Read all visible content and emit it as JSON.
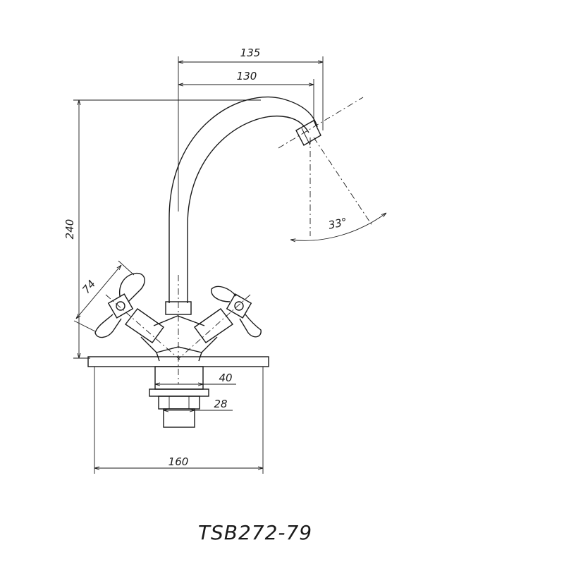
{
  "drawing": {
    "model": "TSB272-79",
    "dimensions": {
      "spout_reach_outer": "135",
      "spout_reach_inner": "130",
      "height": "240",
      "handle_span": "74",
      "spout_angle": "33°",
      "base_outer": "40",
      "base_inner": "28",
      "base_width": "160"
    }
  }
}
